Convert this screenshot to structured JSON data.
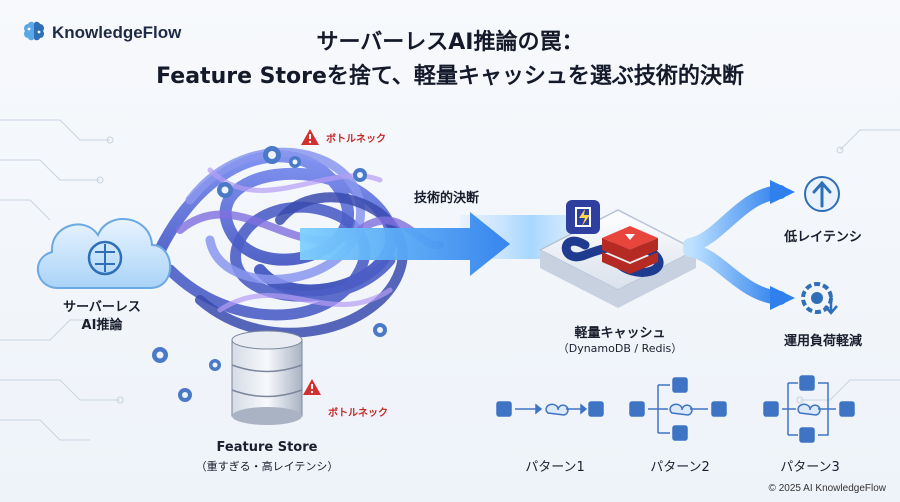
{
  "brand": {
    "name": "KnowledgeFlow",
    "logo_icon": "brain-network-icon"
  },
  "title": {
    "line1": "サーバーレスAI推論の罠：",
    "line2": "Feature Storeを捨て、軽量キャッシュを選ぶ技術的決断"
  },
  "nodes": {
    "serverless": {
      "label_line1": "サーバーレス",
      "label_line2": "AI推論",
      "icon": "cloud-brain-icon"
    },
    "feature_store": {
      "label": "Feature Store",
      "note": "（重すぎる・高レイテンシ）",
      "icon": "database-icon"
    },
    "cache": {
      "label": "軽量キャッシュ",
      "note": "（DynamoDB / Redis）",
      "icons": [
        "dynamodb-icon",
        "redis-icon"
      ]
    },
    "decision": {
      "label": "技術的決断"
    }
  },
  "warnings": {
    "top": "ボトルネック",
    "bottom": "ボトルネック"
  },
  "benefits": [
    {
      "label": "低レイテンシ",
      "icon": "arrow-up-icon"
    },
    {
      "label": "運用負荷軽減",
      "icon": "gear-refresh-icon"
    }
  ],
  "patterns": [
    {
      "label": "パターン1"
    },
    {
      "label": "パターン2"
    },
    {
      "label": "パターン3"
    }
  ],
  "footer": {
    "copyright": "© 2025 AI KnowledgeFlow"
  },
  "colors": {
    "accent": "#2b6fc4",
    "warning": "#c62828",
    "redis": "#d8302a",
    "tangle": "#5b6fd6"
  }
}
